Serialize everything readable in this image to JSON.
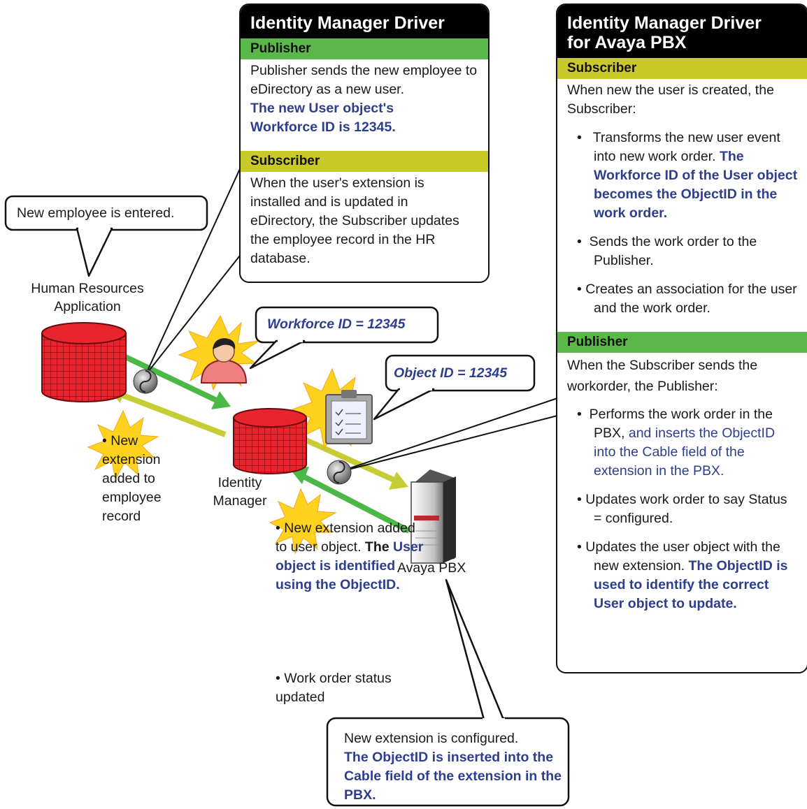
{
  "driver_box": {
    "title": "Identity Manager Driver",
    "publisher_head": "Publisher",
    "publisher_text": "Publisher sends the new employee to eDirectory as a new user.",
    "publisher_highlight": "The new User object's Workforce ID is 12345.",
    "subscriber_head": "Subscriber",
    "subscriber_text": "When the user's extension is installed and is updated in eDirectory, the Subscriber updates the  employee record in the HR database."
  },
  "avaya_box": {
    "title_line1": "Identity Manager Driver",
    "title_line2": "for Avaya PBX",
    "subscriber_head": "Subscriber",
    "subscriber_intro": "When new the user is created, the Subscriber:",
    "sub_bullet1_text": "Transforms the new user event into new work order.",
    "sub_bullet1_highlight": "The Workforce ID of the User object becomes the ObjectID in the work order.",
    "sub_bullet2": "Sends the work order to the Publisher.",
    "sub_bullet3": "Creates an association for the user and the work order.",
    "publisher_head": "Publisher",
    "publisher_intro": "When the Subscriber sends the workorder, the Publisher:",
    "pub_bullet1_text": "Performs the work order in the PBX,",
    "pub_bullet1_highlight": "and inserts the ObjectID into the Cable field of the extension in the PBX.",
    "pub_bullet2": "Updates work order to say Status = configured.",
    "pub_bullet3_text": "Updates the user object with the new extension.",
    "pub_bullet3_highlight": "The ObjectID is used to identify the correct User object to update."
  },
  "callouts": {
    "new_employee": "New employee is entered.",
    "workforce_id": "Workforce ID = 12345",
    "object_id": "Object ID = 12345",
    "new_ext_text": "New extension is configured.",
    "new_ext_highlight": "The ObjectID is inserted into the Cable field of the extension in the PBX."
  },
  "labels": {
    "hr_app_line1": "Human Resources",
    "hr_app_line2": "Application",
    "identity_manager_line1": "Identity",
    "identity_manager_line2": "Manager",
    "avaya_pbx": "Avaya PBX",
    "hr_note": "New extension added to employee record",
    "im_note_text": "New extension added to user object.",
    "im_note_the": "The",
    "im_note_highlight": "User object is identified using the ObjectID.",
    "im_note2": "Work order status updated",
    "bullet_char": "•"
  },
  "colors": {
    "green_bar": "#5ab849",
    "olive_bar": "#c9ca2a",
    "highlight_blue": "#2e3e8f",
    "database_red": "#e8242c",
    "arrow_green": "#4cb848",
    "arrow_yellow": "#c6cc33"
  }
}
